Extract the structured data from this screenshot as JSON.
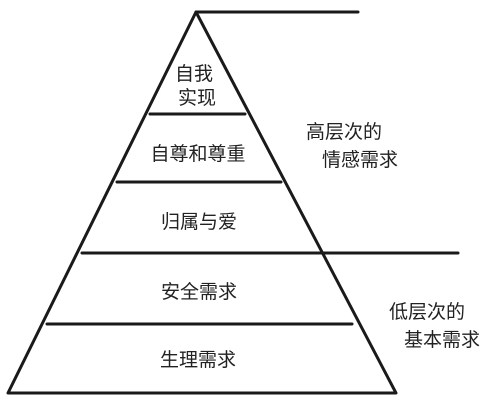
{
  "pyramid": {
    "levels": [
      {
        "id": "self-actualization",
        "lines": [
          "自我",
          "实现"
        ]
      },
      {
        "id": "esteem",
        "lines": [
          "自尊和尊重"
        ]
      },
      {
        "id": "belonging",
        "lines": [
          "归属与爱"
        ]
      },
      {
        "id": "safety",
        "lines": [
          "安全需求"
        ]
      },
      {
        "id": "physiological",
        "lines": [
          "生理需求"
        ]
      }
    ]
  },
  "groups": {
    "high": {
      "lines": [
        "高层次的",
        "情感需求"
      ]
    },
    "low": {
      "lines": [
        "低层次的",
        "基本需求"
      ]
    }
  }
}
